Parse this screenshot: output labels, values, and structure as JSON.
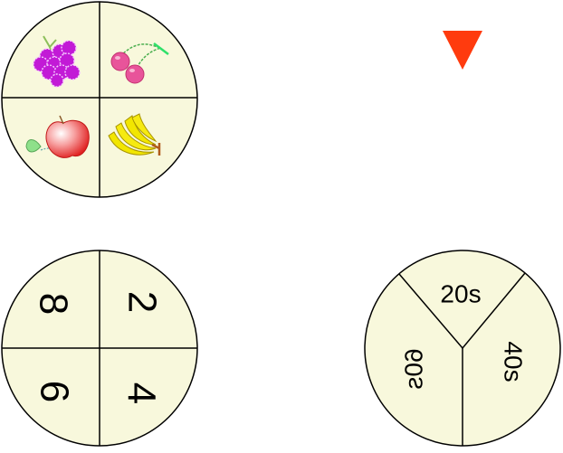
{
  "spinners": {
    "fruit": {
      "sectors": [
        {
          "fruit": "grapes",
          "icon": "grapes-icon"
        },
        {
          "fruit": "cherries",
          "icon": "cherries-icon"
        },
        {
          "fruit": "apple",
          "icon": "apple-icon"
        },
        {
          "fruit": "bananas",
          "icon": "bananas-icon"
        }
      ],
      "fill_color": "#f8f8dc"
    },
    "numbers": {
      "sectors": [
        "8",
        "2",
        "6",
        "4"
      ],
      "fill_color": "#f8f8dc"
    },
    "times": {
      "sectors": [
        "20s",
        "40s",
        "60s"
      ],
      "fill_color": "#f8f8dc"
    }
  },
  "pointer": {
    "icon": "pointer-triangle-icon",
    "color": "#ff3b0e"
  }
}
